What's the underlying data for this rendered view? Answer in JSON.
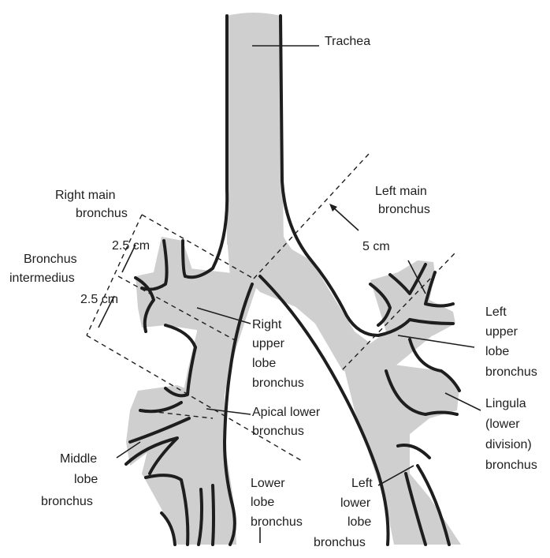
{
  "labels": {
    "trachea": "Trachea",
    "right_main_bronchus": [
      "Right main",
      "bronchus"
    ],
    "left_main_bronchus": [
      "Left main",
      "bronchus"
    ],
    "bronchus_intermedius": [
      "Bronchus",
      "intermedius"
    ],
    "right_upper_lobe_bronchus": [
      "Right",
      "upper",
      "lobe",
      "bronchus"
    ],
    "apical_lower_bronchus": [
      "Apical lower",
      "bronchus"
    ],
    "middle_lobe_bronchus": [
      "Middle",
      "lobe",
      "bronchus"
    ],
    "lower_lobe_bronchus": [
      "Lower",
      "lobe",
      "bronchus"
    ],
    "left_lower_lobe_bronchus": [
      "Left",
      "lower",
      "lobe",
      "bronchus"
    ],
    "left_upper_lobe_bronchus": [
      "Left",
      "upper",
      "lobe",
      "bronchus"
    ],
    "lingula": [
      "Lingula",
      "(lower",
      "division)",
      "bronchus"
    ]
  },
  "measurements": {
    "right_upper": "2.5 cm",
    "right_lower": "2.5 cm",
    "left_main": "5 cm"
  },
  "colors": {
    "airway_fill": "#cfcfcf",
    "outline": "#1e1e1e",
    "background": "#ffffff"
  }
}
